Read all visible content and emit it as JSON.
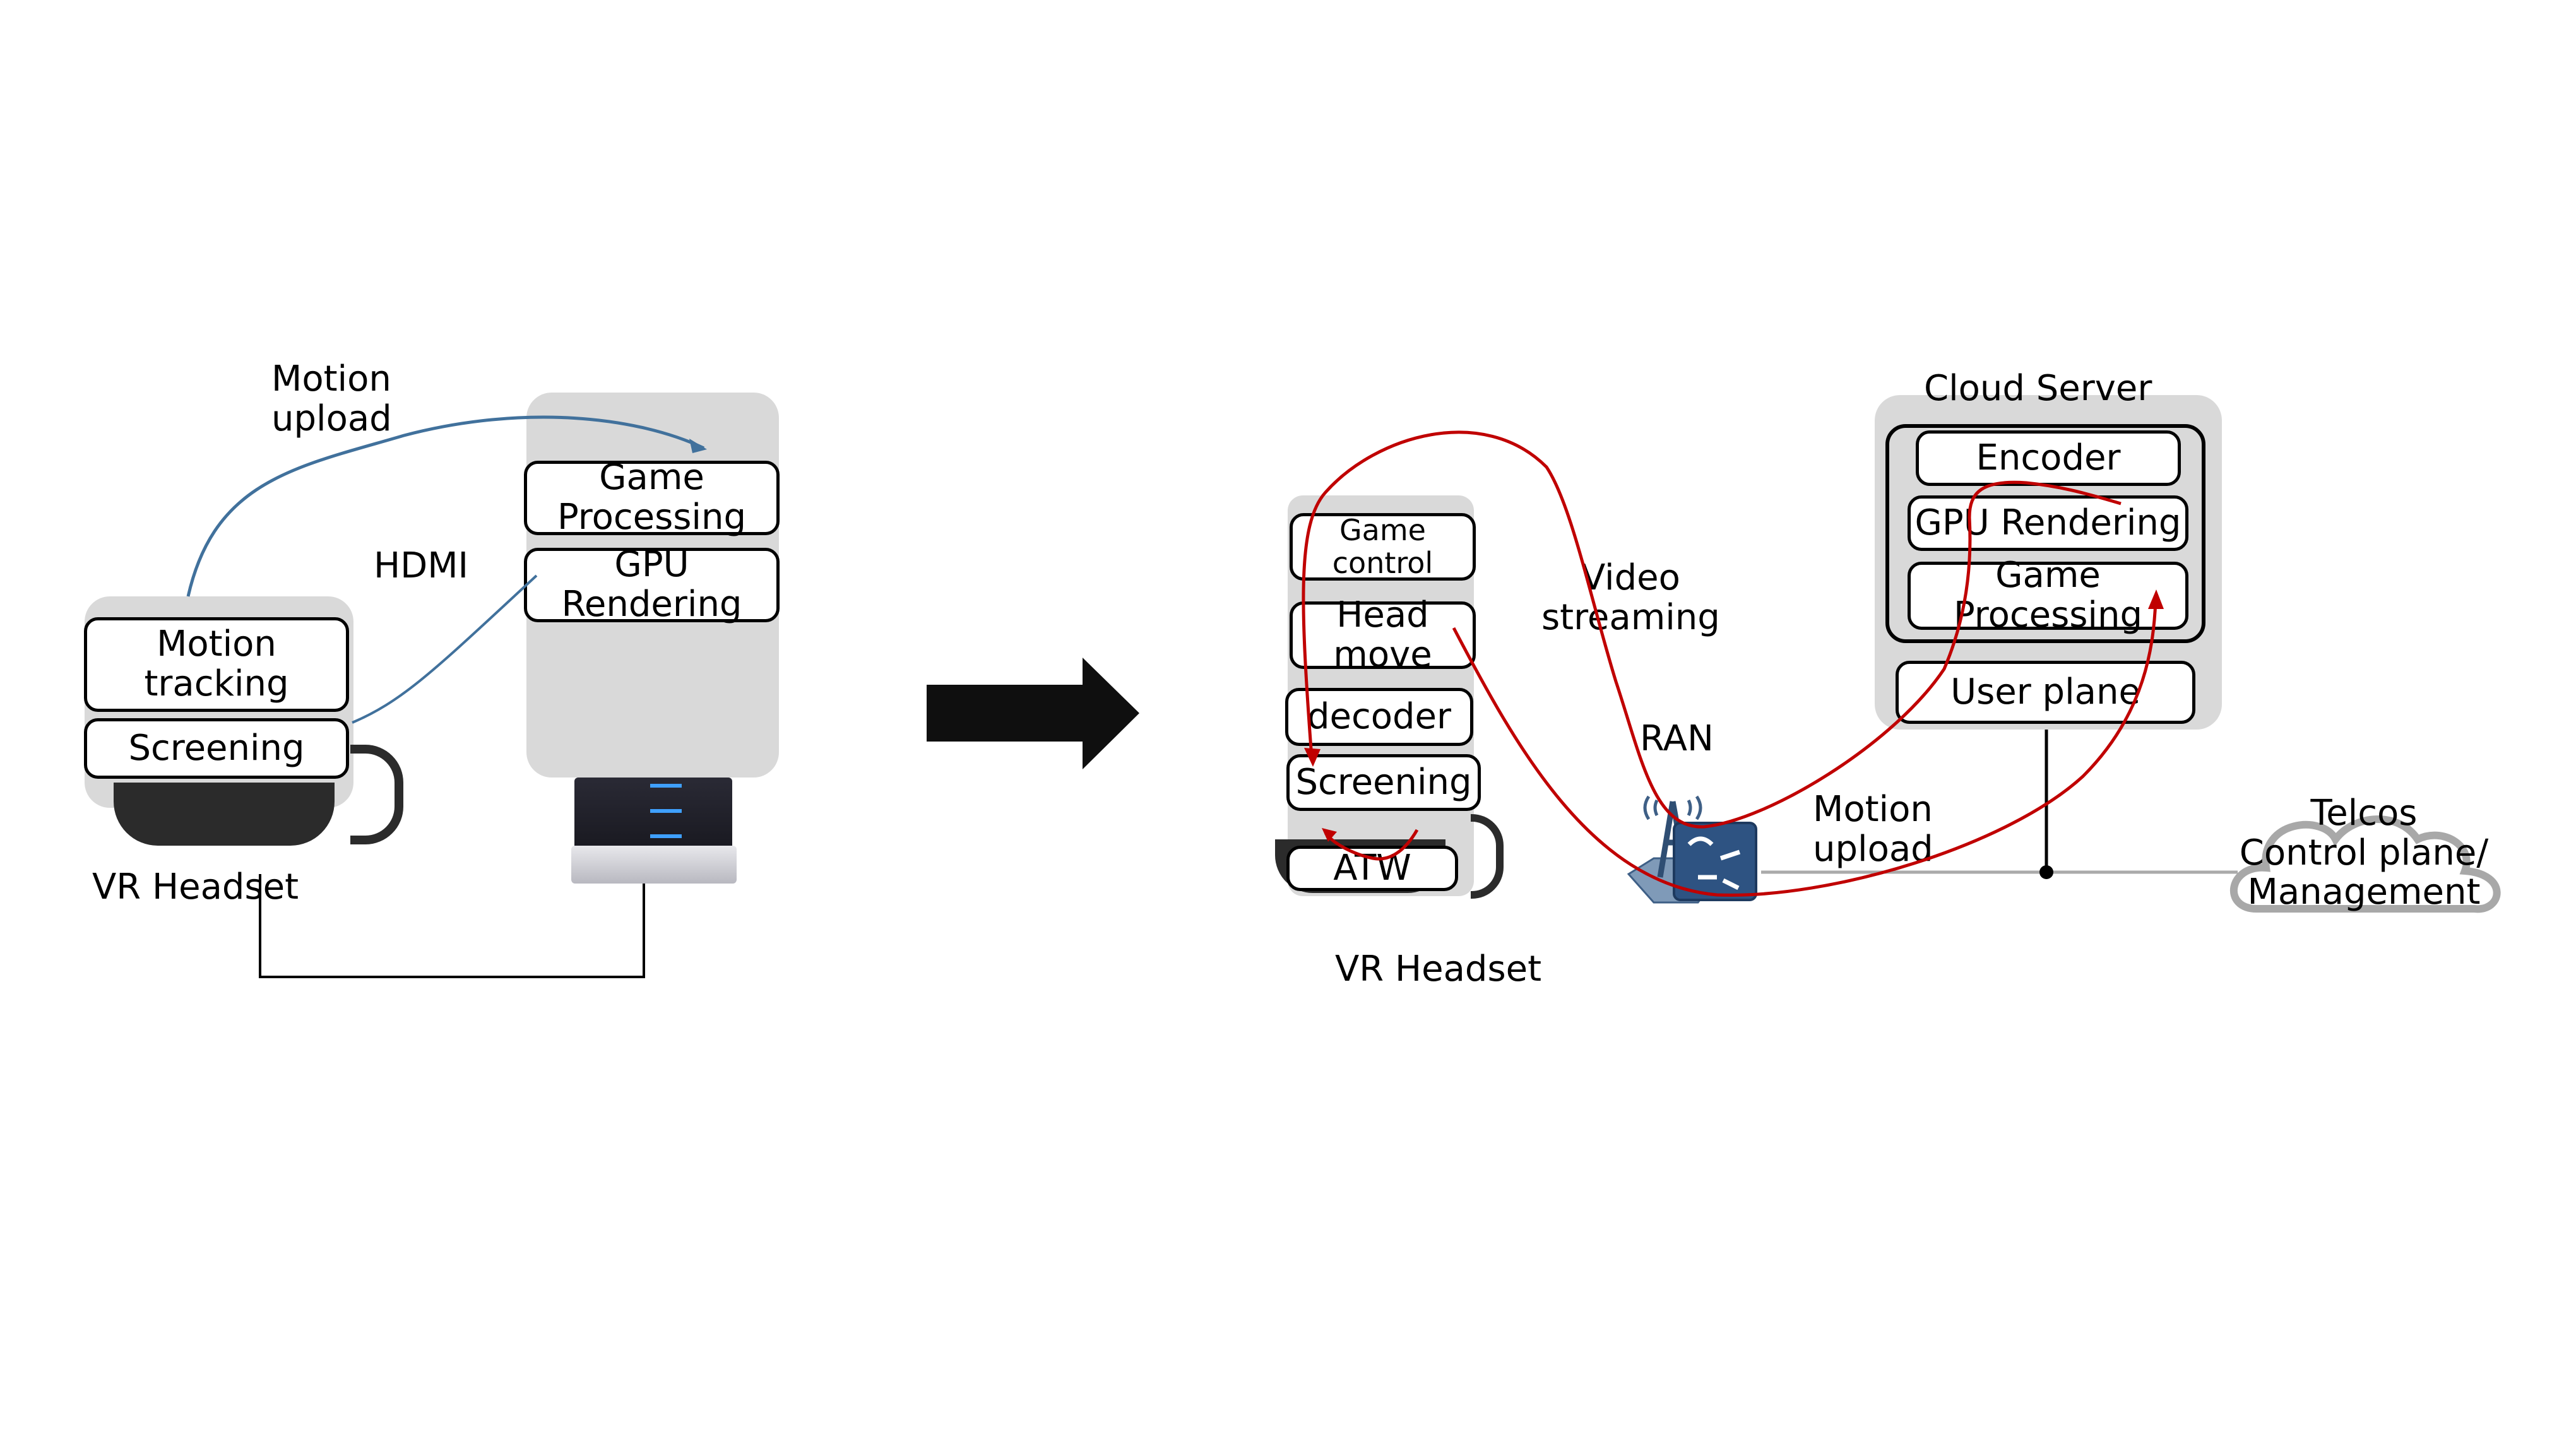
{
  "left": {
    "headset_boxes": [
      "Motion\ntracking",
      "Screening"
    ],
    "server_boxes": [
      "Game\nProcessing",
      "GPU\nRendering"
    ],
    "labels": {
      "motion_upload": "Motion\nupload",
      "hdmi": "HDMI",
      "vr_headset": "VR Headset"
    },
    "arrow_color": "#41719c"
  },
  "transition_arrow": {
    "direction": "right",
    "color": "#0f0f0f"
  },
  "right": {
    "headset_boxes": [
      "Game\ncontrol",
      "Head\nmove",
      "decoder",
      "Screening",
      "ATW"
    ],
    "labels": {
      "video_streaming": "Video\nstreaming",
      "ran": "RAN",
      "motion_upload": "Motion\nupload",
      "vr_headset": "VR Headset",
      "cloud_server": "Cloud Server"
    },
    "cloud_server_boxes": [
      "Encoder",
      "GPU Rendering",
      "Game\nProcessing"
    ],
    "user_plane": "User plane",
    "telcos_cloud": "Telcos\nControl plane/\nManagement",
    "flow_color": "#c00000"
  }
}
